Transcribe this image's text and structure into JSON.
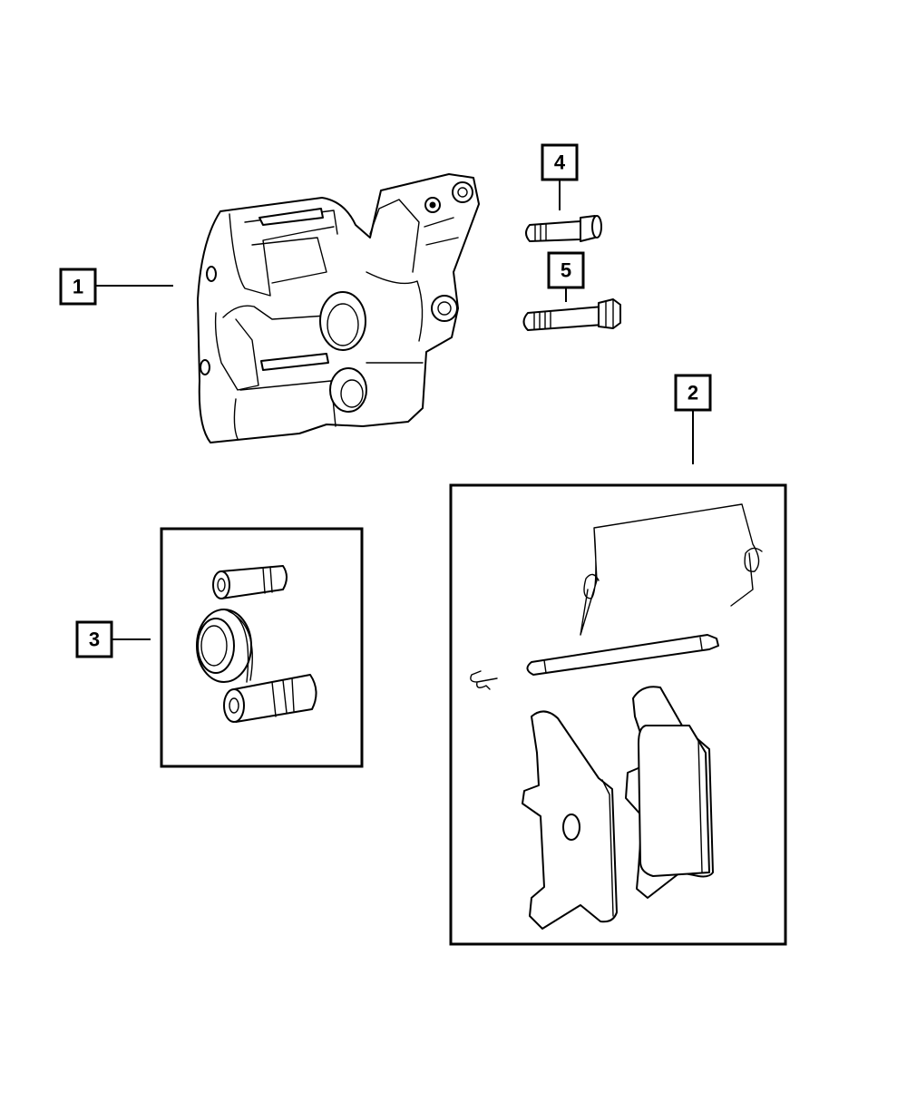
{
  "callouts": {
    "c1": "1",
    "c2": "2",
    "c3": "3",
    "c4": "4",
    "c5": "5"
  },
  "parts": {
    "caliper": "caliper-icon",
    "pad_kit": "brake-pad-kit-icon",
    "guide_pin_kit": "guide-pin-kit-icon",
    "bolt_short": "bolt-icon",
    "bolt_long": "bolt-icon"
  },
  "colors": {
    "line": "#000000",
    "background": "#ffffff"
  }
}
